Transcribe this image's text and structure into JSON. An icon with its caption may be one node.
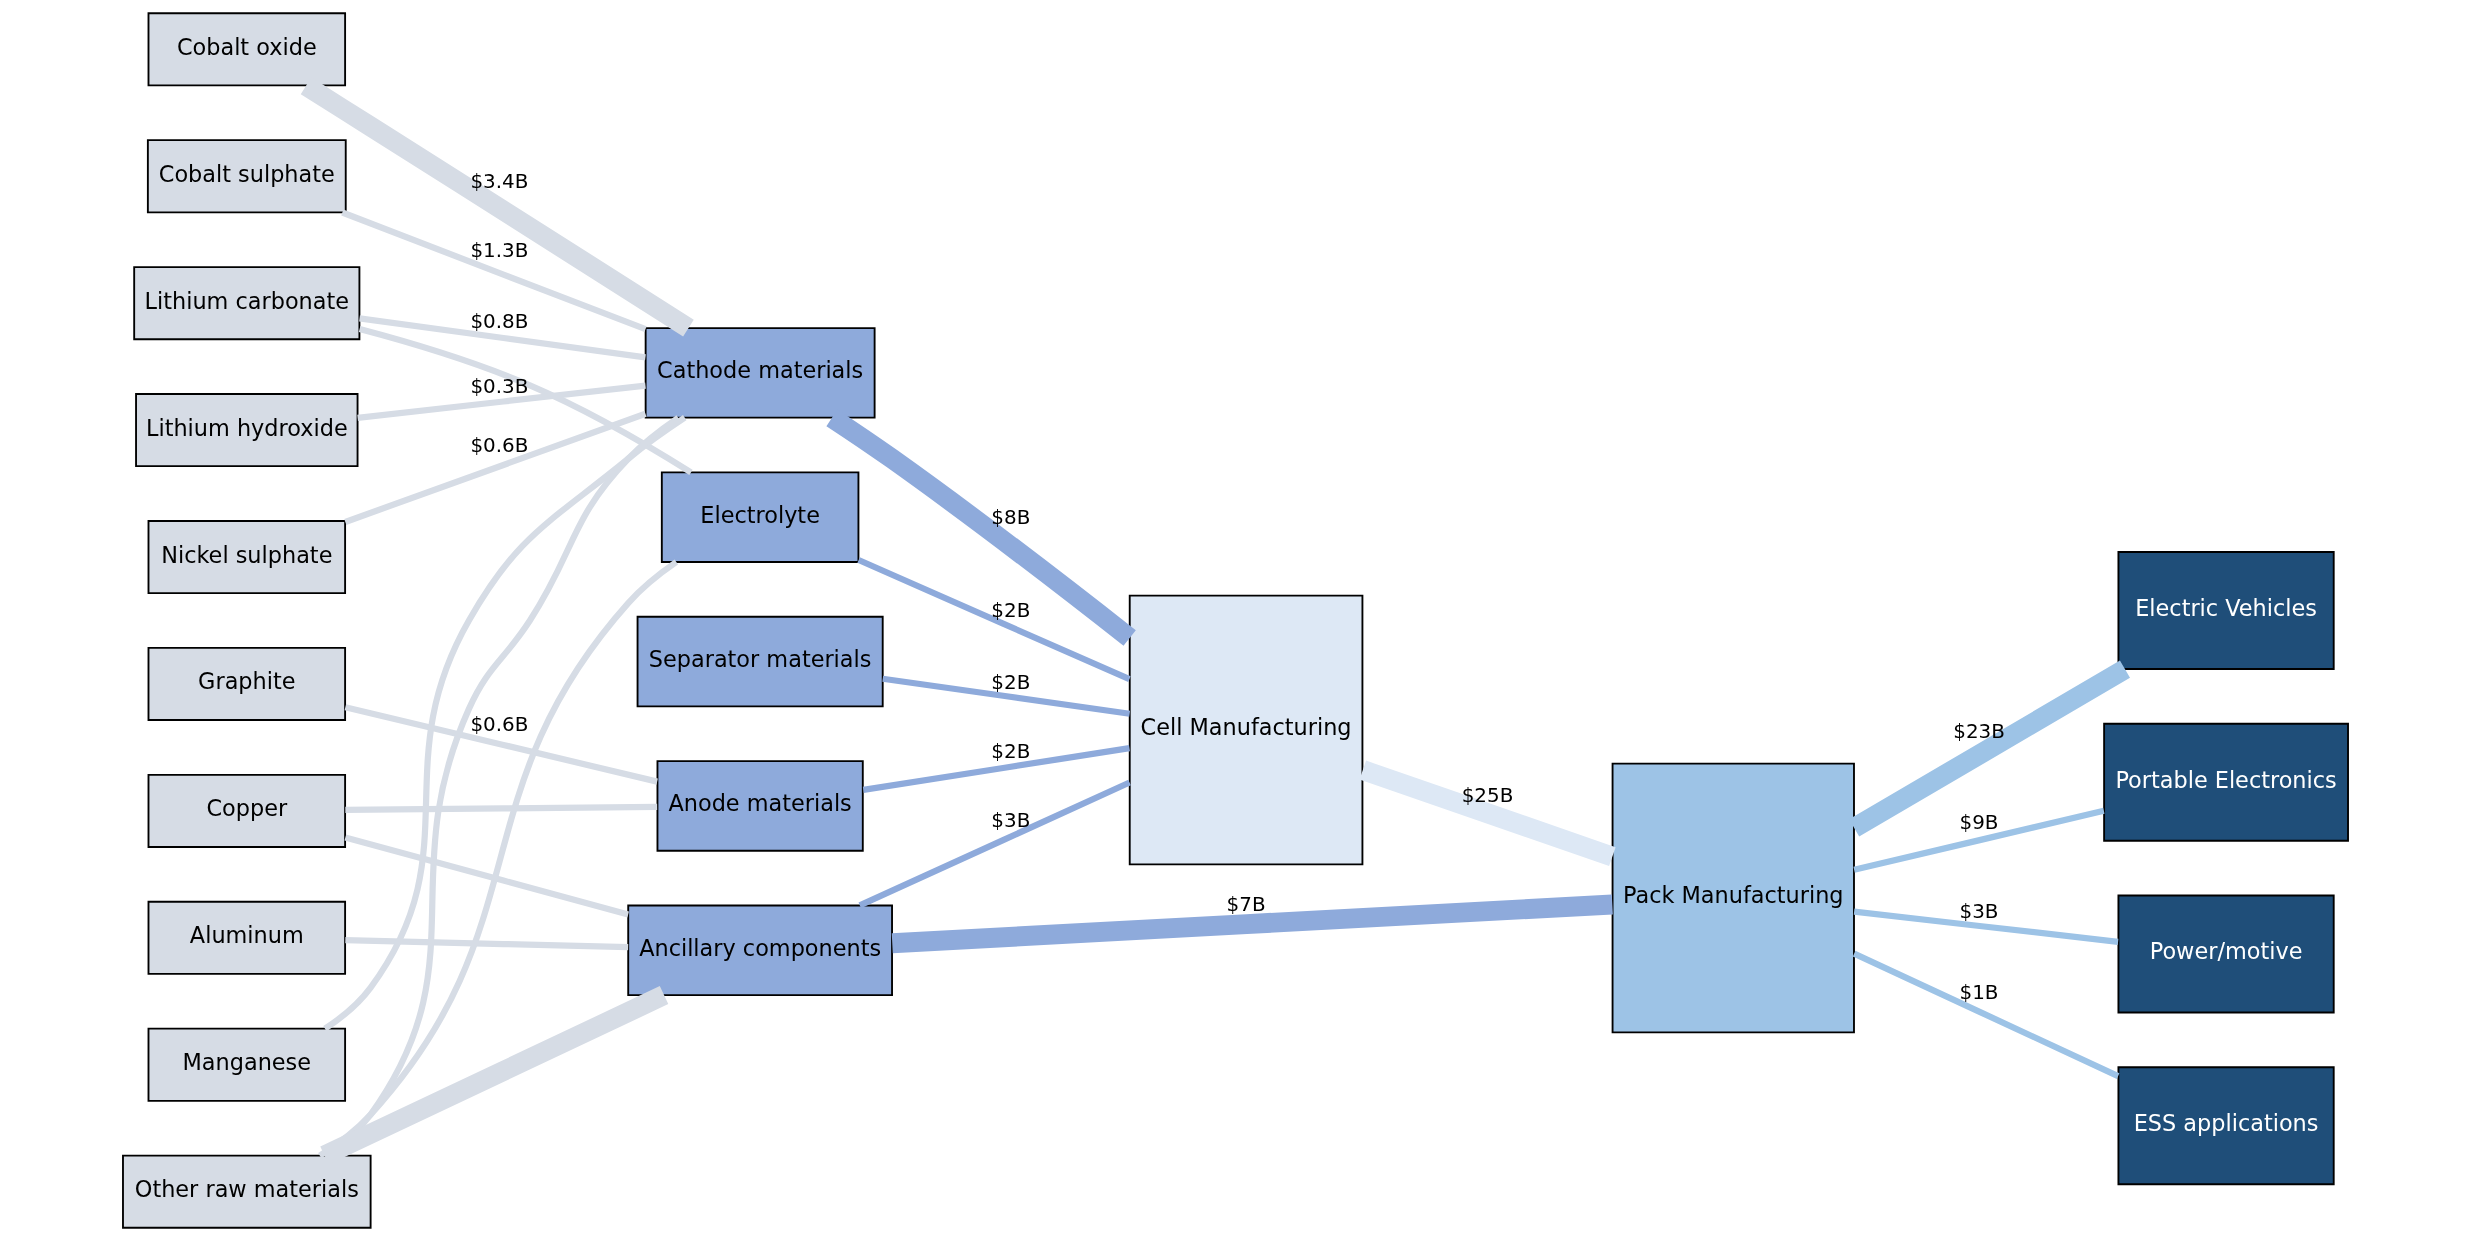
{
  "diagram": {
    "nodes": [
      {
        "text": [
          "Cobalt oxide"
        ]
      },
      {
        "text": [
          "Cobalt sulphate"
        ]
      },
      {
        "text": [
          "Lithium carbonate"
        ]
      },
      {
        "text": [
          "Lithium hydroxide"
        ]
      },
      {
        "text": [
          "Nickel sulphate"
        ]
      },
      {
        "text": [
          "Graphite"
        ]
      },
      {
        "text": [
          "Copper"
        ]
      },
      {
        "text": [
          "Aluminum"
        ]
      },
      {
        "text": [
          "Manganese"
        ]
      },
      {
        "text": [
          "Other raw materials"
        ]
      },
      {
        "text": [
          "Cathode materials"
        ]
      },
      {
        "text": [
          "Electrolyte"
        ]
      },
      {
        "text": [
          "Separator materials"
        ]
      },
      {
        "text": [
          "Anode materials"
        ]
      },
      {
        "text": [
          "Ancillary components"
        ]
      },
      {
        "text": [
          "Cell Manufacturing"
        ]
      },
      {
        "text": [
          "Pack Manufacturing"
        ]
      },
      {
        "text": [
          "Electric Vehicles"
        ]
      },
      {
        "text": [
          "Portable Electronics"
        ]
      },
      {
        "text": [
          "Power/motive"
        ]
      },
      {
        "text": [
          "ESS applications"
        ]
      }
    ],
    "edges": [
      {
        "from": 0,
        "to": 10,
        "arrow": "none",
        "label": "$3.4B",
        "style": "thick"
      },
      {
        "from": 1,
        "to": 10,
        "arrow": "none",
        "label": "$1.3B"
      },
      {
        "from": 2,
        "to": 10,
        "arrow": "none",
        "label": "$0.8B"
      },
      {
        "from": 2,
        "to": 11,
        "arrow": "none"
      },
      {
        "from": 3,
        "to": 10,
        "arrow": "none",
        "label": "$0.3B"
      },
      {
        "from": 4,
        "to": 10,
        "arrow": "none",
        "label": "$0.6B"
      },
      {
        "from": 5,
        "to": 13,
        "arrow": "none",
        "label": "$0.6B"
      },
      {
        "from": 6,
        "to": 13,
        "arrow": "none"
      },
      {
        "from": 6,
        "to": 14,
        "arrow": "none"
      },
      {
        "from": 7,
        "to": 14,
        "arrow": "none"
      },
      {
        "from": 8,
        "to": 10,
        "arrow": "none"
      },
      {
        "from": 9,
        "to": 10,
        "arrow": "none"
      },
      {
        "from": 9,
        "to": 11,
        "arrow": "none"
      },
      {
        "from": 9,
        "to": 14,
        "arrow": "none",
        "style": "thick"
      },
      {
        "from": 10,
        "to": 15,
        "arrow": "none",
        "label": "$8B",
        "style": "thick",
        "color": "#8eaadb"
      },
      {
        "from": 11,
        "to": 15,
        "arrow": "none",
        "label": "$2B",
        "color": "#8eaadb"
      },
      {
        "from": 12,
        "to": 15,
        "arrow": "none",
        "label": "$2B",
        "color": "#8eaadb"
      },
      {
        "from": 13,
        "to": 15,
        "arrow": "none",
        "label": "$2B",
        "color": "#8eaadb"
      },
      {
        "from": 14,
        "to": 15,
        "arrow": "none",
        "label": "$3B",
        "color": "#8eaadb"
      },
      {
        "from": 14,
        "to": 16,
        "arrow": "none",
        "label": "$7B",
        "style": "thick",
        "color": "#8eaadb"
      },
      {
        "from": 15,
        "to": 16,
        "arrow": "none",
        "label": "$25B",
        "style": "thick",
        "color": "#dde8f5"
      },
      {
        "from": 16,
        "to": 17,
        "arrow": "none",
        "label": "$23B",
        "style": "thick",
        "color": "#9dc3e6"
      },
      {
        "from": 16,
        "to": 18,
        "arrow": "none",
        "label": "$9B",
        "color": "#9dc3e6"
      },
      {
        "from": 16,
        "to": 19,
        "arrow": "none",
        "label": "$3B",
        "color": "#9dc3e6"
      },
      {
        "from": 16,
        "to": 20,
        "arrow": "none",
        "label": "$1B",
        "color": "#9dc3e6"
      }
    ]
  }
}
